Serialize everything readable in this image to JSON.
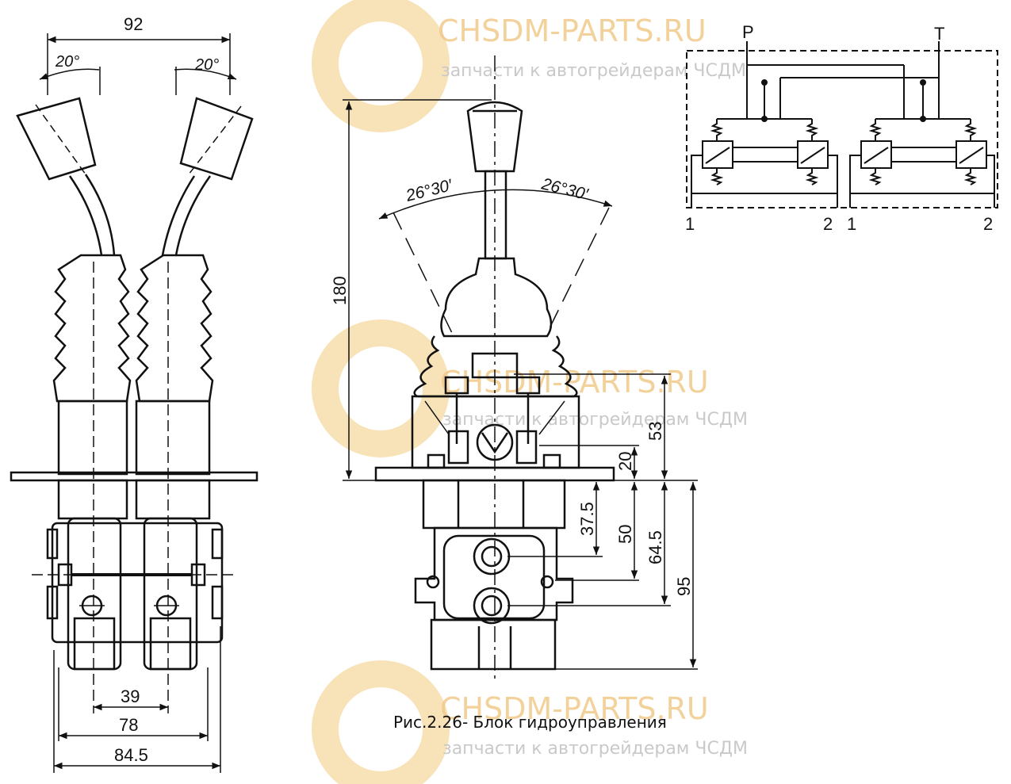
{
  "caption": "Рис.2.26- Блок гидроуправления",
  "watermark": {
    "title": "CHSDM-PARTS.RU",
    "subtitle": "запчасти к автогрейдерам ЧСДМ",
    "title_color": "#f1c98a",
    "subtitle_color": "#c9c9c9"
  },
  "left_view": {
    "dim_top": "92",
    "angle_left": "20°",
    "angle_right": "20°",
    "dim_inner": "39",
    "dim_mid": "78",
    "dim_outer": "84.5"
  },
  "center_view": {
    "dim_height": "180",
    "angle_left": "26°30′",
    "angle_right": "26°30′",
    "dim_53": "53",
    "dim_20": "20",
    "dim_37_5": "37.5",
    "dim_50": "50",
    "dim_64_5": "64.5",
    "dim_95": "95"
  },
  "schematic": {
    "port_p": "P",
    "port_t": "T",
    "left_1": "1",
    "left_2": "2",
    "right_1": "1",
    "right_2": "2"
  }
}
